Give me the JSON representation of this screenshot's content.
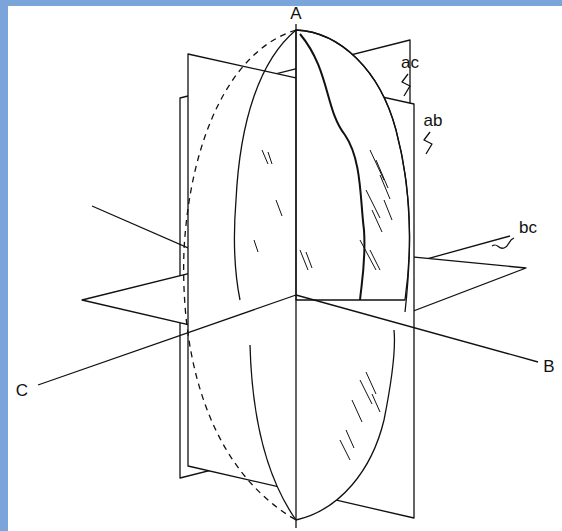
{
  "diagram": {
    "labels": [
      "A",
      "ac",
      "ab",
      "bc",
      "C",
      "B"
    ]
  }
}
